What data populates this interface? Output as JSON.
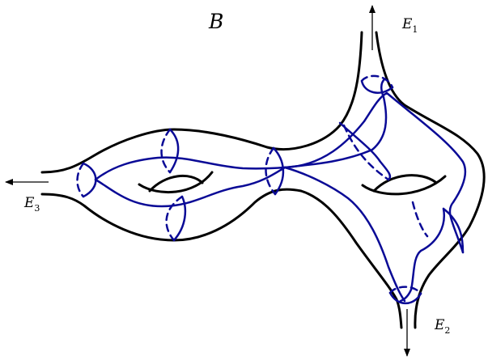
{
  "labels": {
    "surface": "B",
    "end1": {
      "base": "E",
      "sub": "1"
    },
    "end2": {
      "base": "E",
      "sub": "2"
    },
    "end3": {
      "base": "E",
      "sub": "3"
    }
  },
  "colors": {
    "outline": "#000000",
    "curves": "#0a0a96"
  }
}
